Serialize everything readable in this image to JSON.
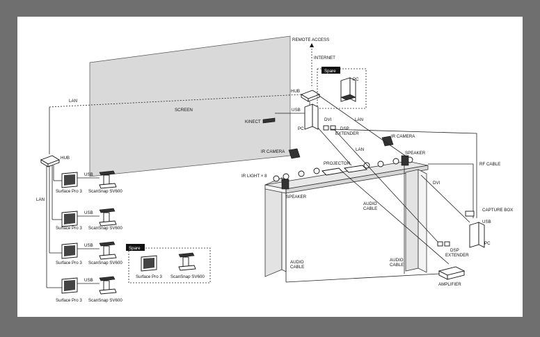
{
  "labels": {
    "remote_access": "REMOTE ACCESS",
    "internet": "INTERNET",
    "screen": "SCREEN",
    "lan": "LAN",
    "hub": "HUB",
    "usb": "USB",
    "pc": "PC",
    "kinect": "KINECT",
    "dvi": "DVI",
    "dsp_extender_1": "DSP",
    "dsp_extender_2": "EXTENDER",
    "ir_camera": "IR CAMERA",
    "ir_light": "IR LIGHT × 8",
    "projector": "PROJECTOR",
    "speaker": "SPEAKER",
    "rf_cable": "RF CABLE",
    "capture_box": "CAPTURE BOX",
    "audio_cable_1": "AUDIO",
    "audio_cable_2": "CABLE",
    "amplifier": "AMPLIFIER",
    "surface": "Surface Pro 3",
    "scansnap": "ScanSnap SV600",
    "spare": "Spare"
  }
}
